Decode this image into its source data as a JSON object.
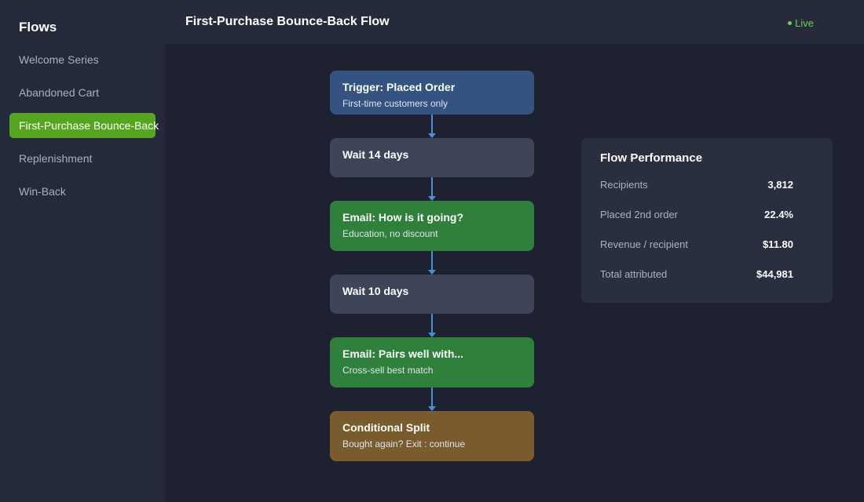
{
  "sidebar": {
    "title": "Flows",
    "items": [
      {
        "label": "Welcome Series",
        "active": false
      },
      {
        "label": "Abandoned Cart",
        "active": false
      },
      {
        "label": "First-Purchase Bounce-Back",
        "active": true
      },
      {
        "label": "Replenishment",
        "active": false
      },
      {
        "label": "Win-Back",
        "active": false
      }
    ]
  },
  "header": {
    "title": "First-Purchase Bounce-Back Flow",
    "status": "Live"
  },
  "flow": {
    "nodes": [
      {
        "type": "trigger",
        "title": "Trigger: Placed Order",
        "subtitle": "First-time customers only"
      },
      {
        "type": "wait",
        "title": "Wait 14 days",
        "subtitle": ""
      },
      {
        "type": "email",
        "title": "Email: How is it going?",
        "subtitle": "Education, no discount"
      },
      {
        "type": "wait",
        "title": "Wait 10 days",
        "subtitle": ""
      },
      {
        "type": "email",
        "title": "Email: Pairs well with...",
        "subtitle": "Cross-sell best match"
      },
      {
        "type": "split",
        "title": "Conditional Split",
        "subtitle": "Bought again? Exit : continue"
      }
    ]
  },
  "performance": {
    "title": "Flow Performance",
    "stats": [
      {
        "label": "Recipients",
        "value": "3,812"
      },
      {
        "label": "Placed 2nd order",
        "value": "22.4%"
      },
      {
        "label": "Revenue / recipient",
        "value": "$11.80"
      },
      {
        "label": "Total attributed",
        "value": "$44,981"
      }
    ]
  },
  "colors": {
    "accent": "#55a51f",
    "live": "#6fd04a",
    "trigger": "#345381",
    "wait": "#3e4558",
    "email": "#2f803b",
    "split": "#7a5b2e",
    "connector": "#4a90d9"
  }
}
